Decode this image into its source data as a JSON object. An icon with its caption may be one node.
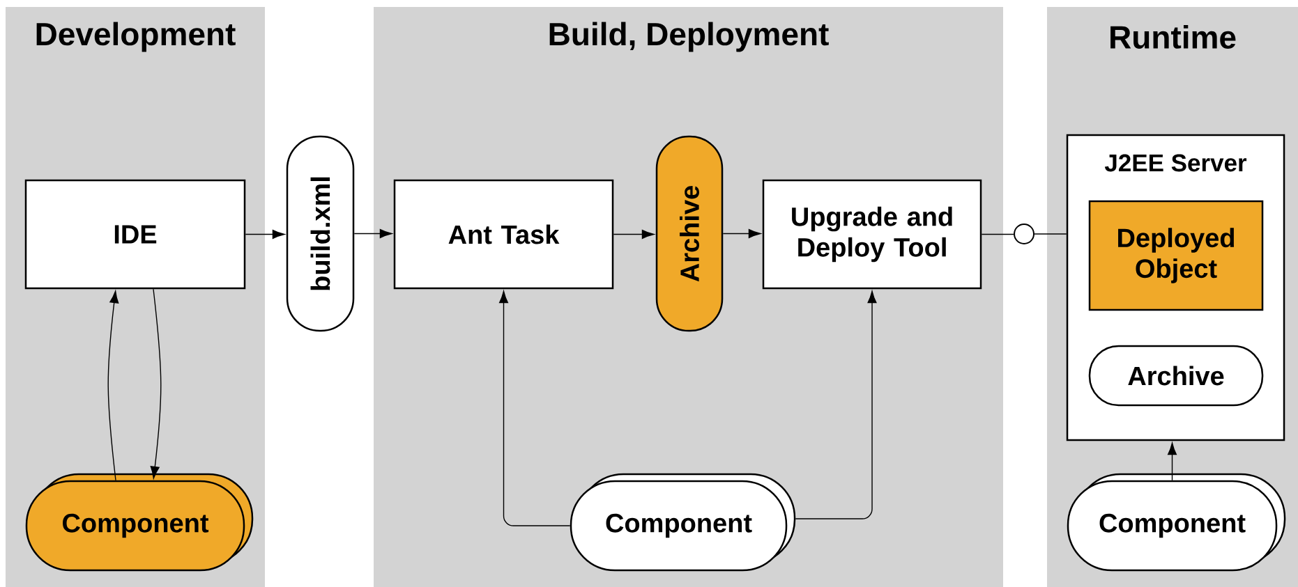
{
  "diagram": {
    "nodes": [
      {
        "text": [
          "Development"
        ]
      },
      {
        "text": [
          "IDE"
        ],
        "in": 0
      },
      {
        "text": [
          "Component"
        ],
        "in": 0
      },
      {
        "text": [
          "build.xml"
        ]
      },
      {
        "text": [
          "Build, Deployment"
        ]
      },
      {
        "text": [
          "Ant Task"
        ],
        "in": 4
      },
      {
        "text": [
          "Archive"
        ],
        "in": 4
      },
      {
        "text": [
          "Upgrade and Deploy Tool"
        ],
        "in": 4
      },
      {
        "text": [
          "Component"
        ],
        "in": 4
      },
      {
        "text": [],
        "shape": "circle"
      },
      {
        "text": [
          "Runtime"
        ]
      },
      {
        "text": [
          "J2EE Server"
        ],
        "in": 10
      },
      {
        "text": [
          "Deployed Object"
        ],
        "in": 11
      },
      {
        "text": [
          "Archive"
        ],
        "in": 11
      },
      {
        "text": [
          "Component"
        ],
        "in": 10
      }
    ],
    "edges": [
      {
        "from": 1,
        "to": 3,
        "arrow": "to"
      },
      {
        "from": 3,
        "to": 5,
        "arrow": "to"
      },
      {
        "from": 5,
        "to": 6,
        "arrow": "to"
      },
      {
        "from": 6,
        "to": 7,
        "arrow": "to"
      },
      {
        "from": 7,
        "to": 9,
        "arrow": "none"
      },
      {
        "from": 9,
        "to": 11,
        "arrow": "none"
      },
      {
        "from": 2,
        "to": 1,
        "arrow": "to"
      },
      {
        "from": 1,
        "to": 2,
        "arrow": "to"
      },
      {
        "from": 8,
        "to": 5,
        "arrow": "to"
      },
      {
        "from": 8,
        "to": 7,
        "arrow": "to"
      },
      {
        "from": 14,
        "to": 11,
        "arrow": "to"
      }
    ]
  }
}
